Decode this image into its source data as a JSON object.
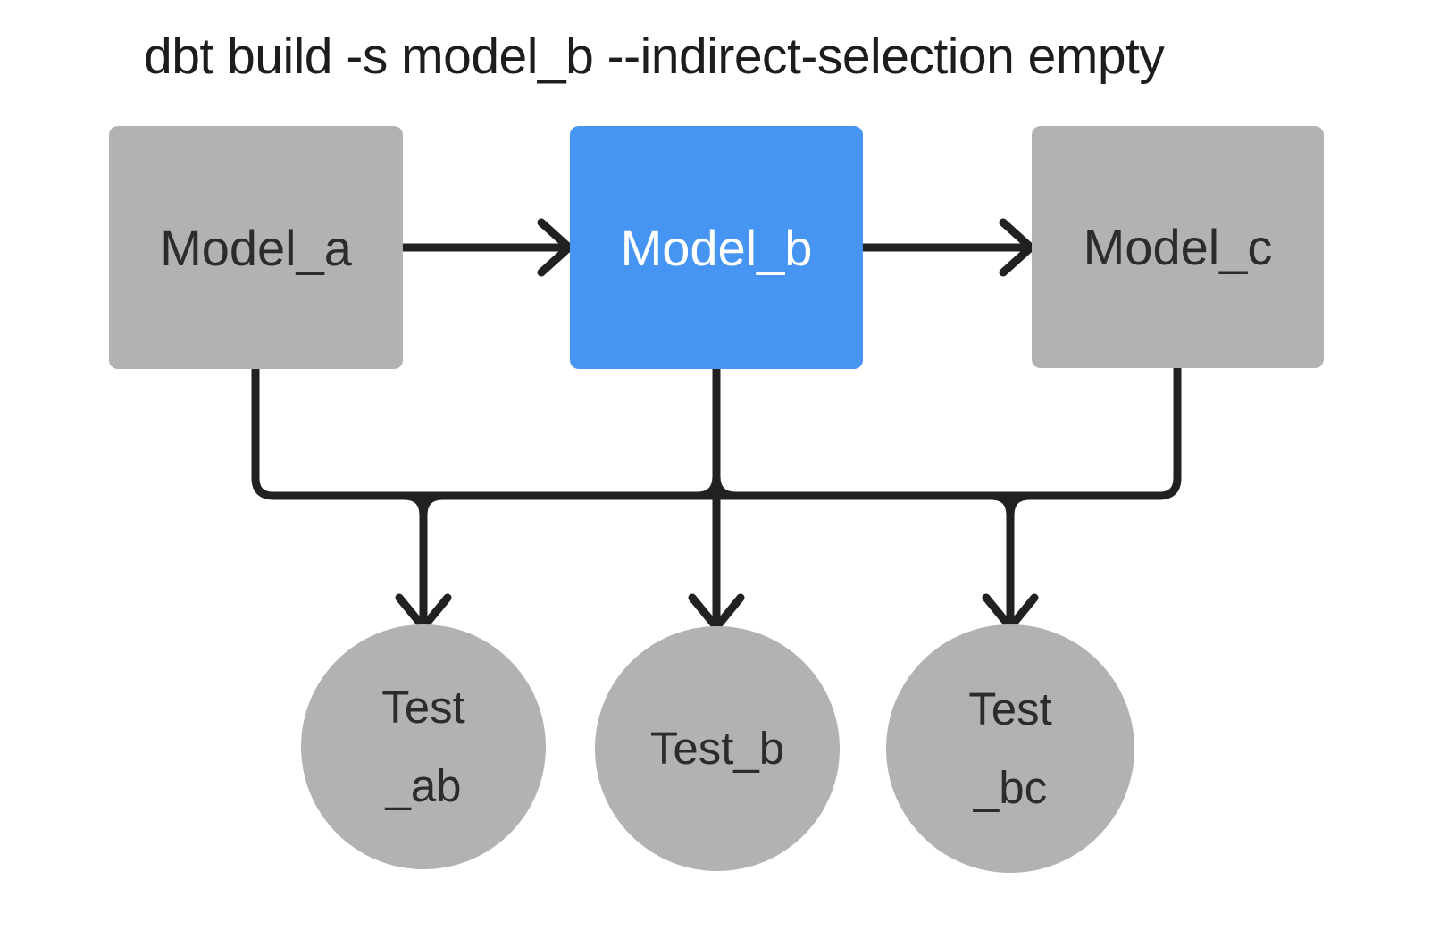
{
  "title": "dbt build -s model_b --indirect-selection empty",
  "colors": {
    "selected": "#4695F2",
    "unselected": "#B2B2B2",
    "edge": "#212121",
    "background": "#FFFFFF",
    "text_dark": "#2B2C2E",
    "text_on_selected": "#FFFFFF"
  },
  "nodes": {
    "model_a": {
      "label": "Model_a",
      "type": "model",
      "state": "unselected"
    },
    "model_b": {
      "label": "Model_b",
      "type": "model",
      "state": "selected"
    },
    "model_c": {
      "label": "Model_c",
      "type": "model",
      "state": "unselected"
    },
    "test_ab": {
      "label": "Test_ab",
      "label_line1": "Test",
      "label_line2": "_ab",
      "type": "test",
      "state": "unselected"
    },
    "test_b": {
      "label": "Test_b",
      "type": "test",
      "state": "unselected"
    },
    "test_bc": {
      "label": "Test_bc",
      "label_line1": "Test",
      "label_line2": "_bc",
      "type": "test",
      "state": "unselected"
    }
  },
  "edges": [
    {
      "from": "model_a",
      "to": "model_b"
    },
    {
      "from": "model_b",
      "to": "model_c"
    },
    {
      "from": "model_a",
      "to": "test_ab"
    },
    {
      "from": "model_b",
      "to": "test_ab"
    },
    {
      "from": "model_b",
      "to": "test_b"
    },
    {
      "from": "model_b",
      "to": "test_bc"
    },
    {
      "from": "model_c",
      "to": "test_bc"
    }
  ]
}
